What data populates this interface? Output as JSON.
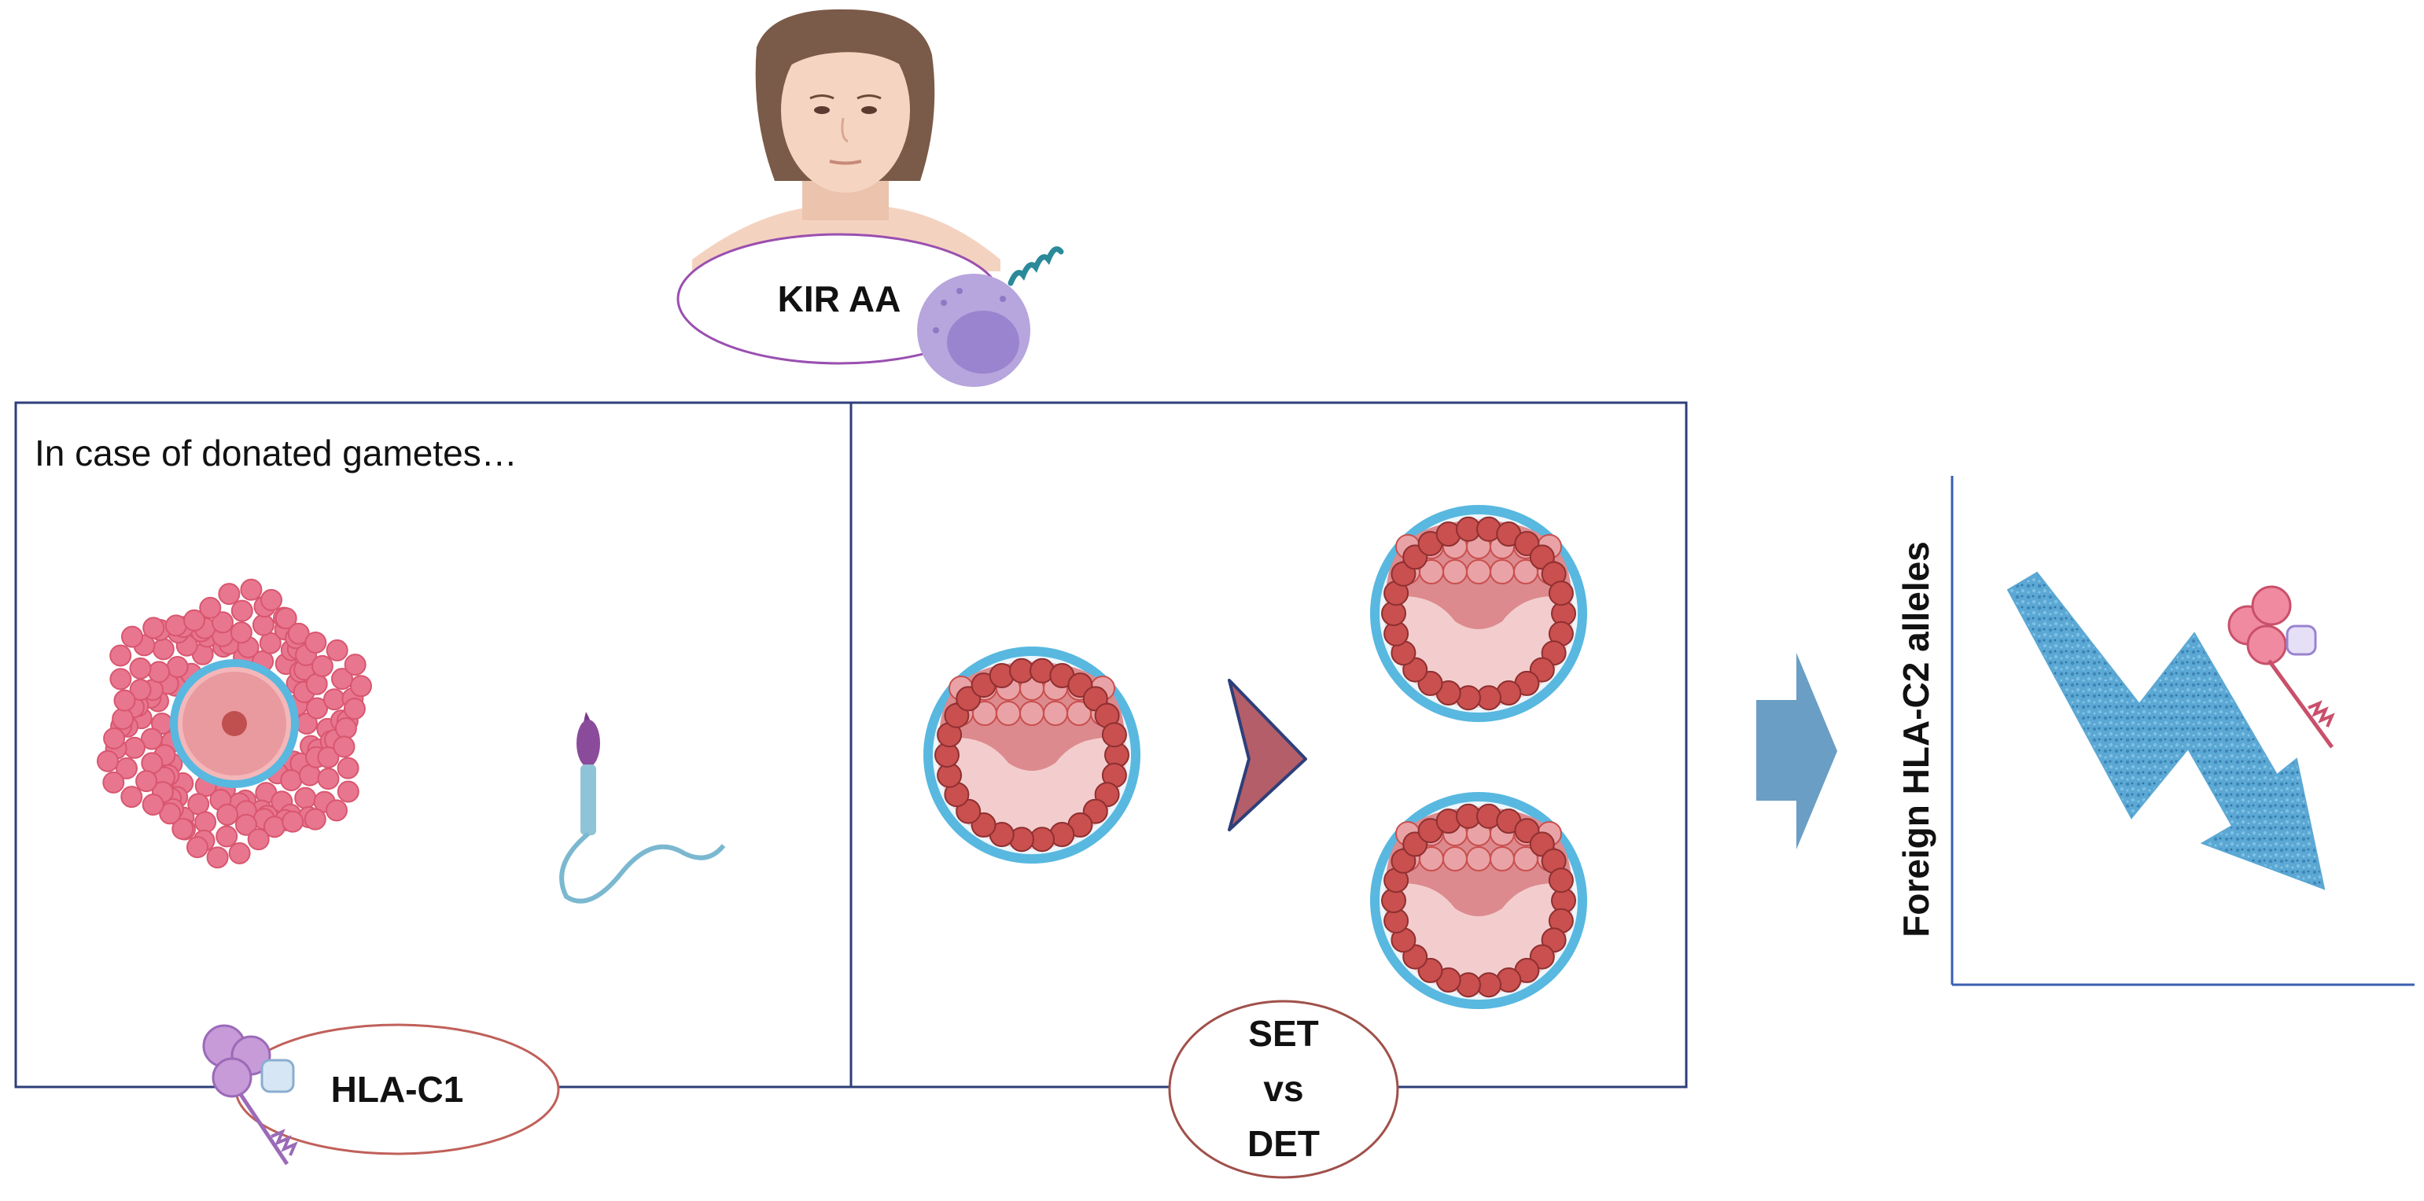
{
  "intro_text": "In case of donated gametes…",
  "mother_label": "KIR AA",
  "gamete_label": "HLA-C1",
  "comparison": {
    "line1": "SET",
    "line2": "vs",
    "line3": "DET"
  },
  "axis_label": "Foreign HLA-C2 alleles",
  "colors": {
    "panel_border": "#2e3f7a",
    "kir_ellipse": "#9a4fb0",
    "hla_ellipse": "#c0605a",
    "set_ellipse": "#a0504a",
    "arrow_fill": "#6a9ec4",
    "trend_arrow": "#5ba8d4",
    "oocyte_cells": "#e8768f",
    "zona": "#58b8e0",
    "embryo_cell": "#c9504f",
    "chevron": "#b35e68"
  },
  "icons": [
    "woman-portrait",
    "nk-cell-icon",
    "oocyte-icon",
    "sperm-icon",
    "blastocyst-icon",
    "chevron-icon",
    "right-arrow-icon",
    "hla-molecule-icon",
    "trend-down-arrow-icon"
  ]
}
